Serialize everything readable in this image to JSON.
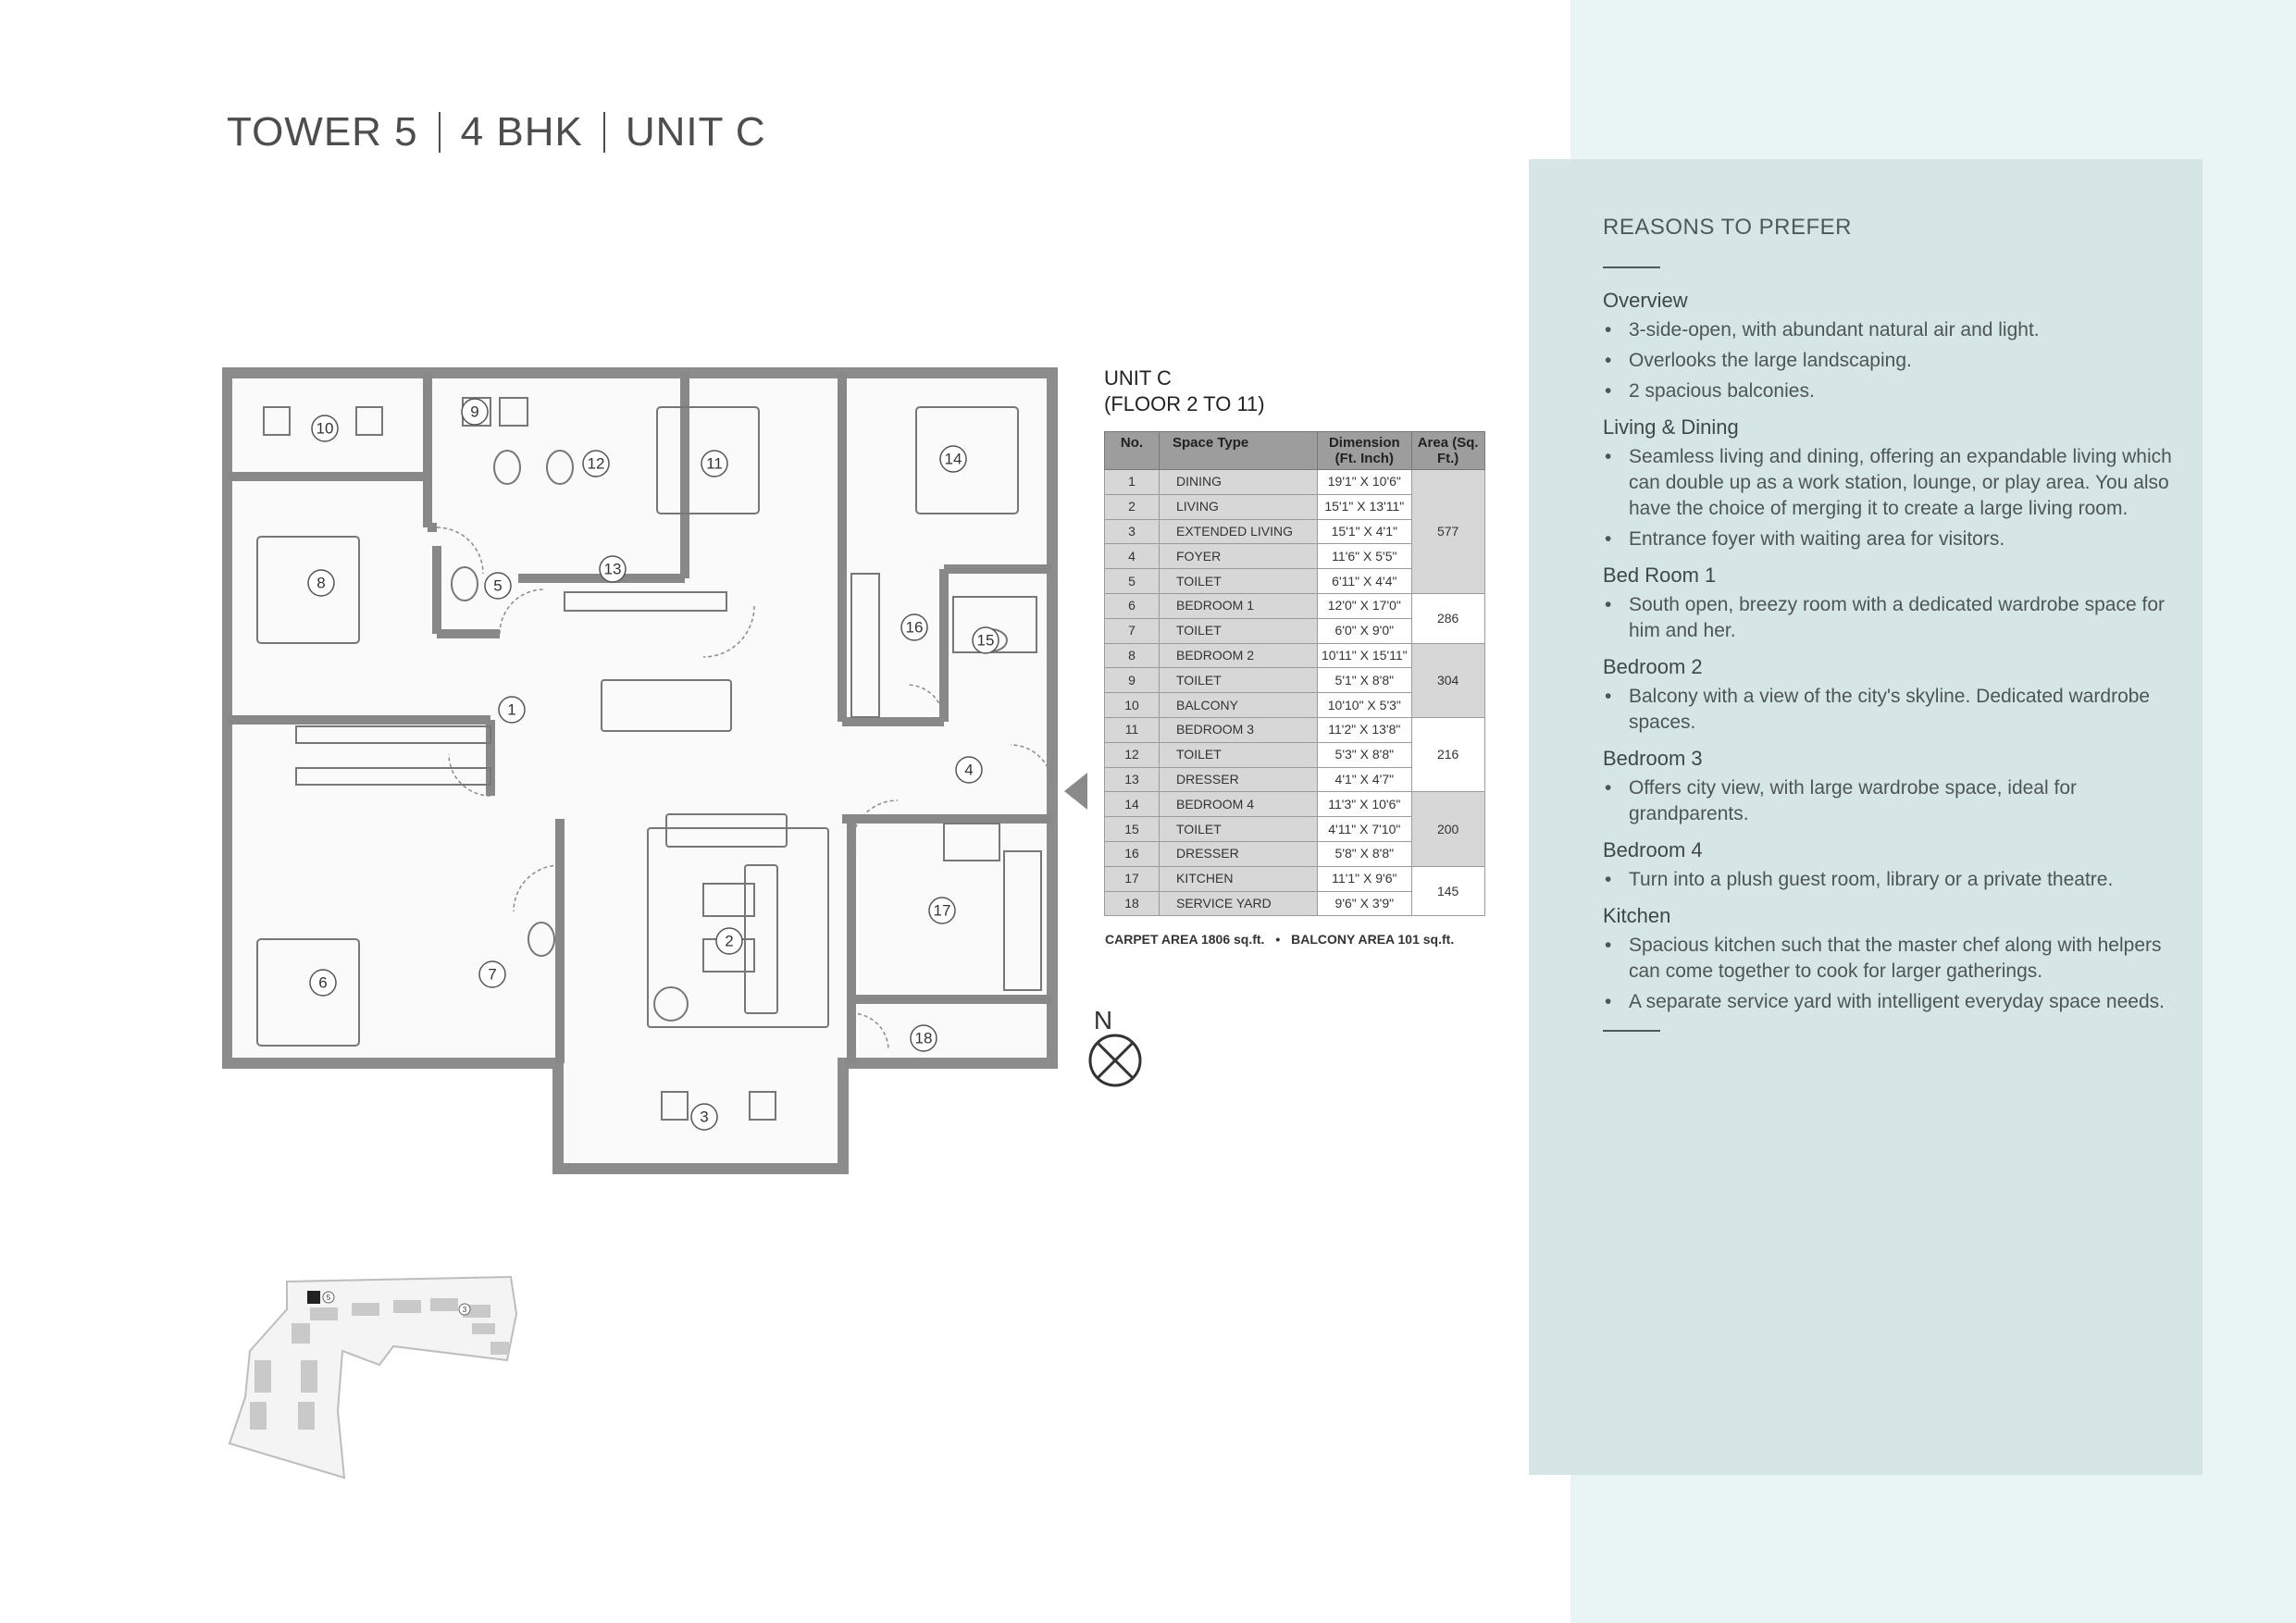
{
  "title": {
    "tower": "TOWER 5",
    "config": "4 BHK",
    "unit": "UNIT C"
  },
  "unit_info": {
    "name": "UNIT C",
    "floors": "(FLOOR 2 TO 11)"
  },
  "table": {
    "headers": {
      "no": "No.",
      "space_type": "Space Type",
      "dimension": "Dimension (Ft. Inch)",
      "area": "Area (Sq. Ft.)"
    },
    "rows": [
      {
        "no": "1",
        "space": "DINING",
        "dim": "19'1\" X 10'6\""
      },
      {
        "no": "2",
        "space": "LIVING",
        "dim": "15'1\" X 13'11\""
      },
      {
        "no": "3",
        "space": "EXTENDED LIVING",
        "dim": "15'1\" X 4'1\""
      },
      {
        "no": "4",
        "space": "FOYER",
        "dim": "11'6\" X 5'5\""
      },
      {
        "no": "5",
        "space": "TOILET",
        "dim": "6'11\" X 4'4\""
      },
      {
        "no": "6",
        "space": "BEDROOM 1",
        "dim": "12'0\" X 17'0\""
      },
      {
        "no": "7",
        "space": "TOILET",
        "dim": "6'0\" X 9'0\""
      },
      {
        "no": "8",
        "space": "BEDROOM 2",
        "dim": "10'11\" X 15'11\""
      },
      {
        "no": "9",
        "space": "TOILET",
        "dim": "5'1\" X 8'8\""
      },
      {
        "no": "10",
        "space": "BALCONY",
        "dim": "10'10\" X 5'3\""
      },
      {
        "no": "11",
        "space": "BEDROOM 3",
        "dim": "11'2\" X 13'8\""
      },
      {
        "no": "12",
        "space": "TOILET",
        "dim": "5'3\" X 8'8\""
      },
      {
        "no": "13",
        "space": "DRESSER",
        "dim": "4'1\" X 4'7\""
      },
      {
        "no": "14",
        "space": "BEDROOM 4",
        "dim": "11'3\" X 10'6\""
      },
      {
        "no": "15",
        "space": "TOILET",
        "dim": "4'11\" X 7'10\""
      },
      {
        "no": "16",
        "space": "DRESSER",
        "dim": "5'8\" X 8'8\""
      },
      {
        "no": "17",
        "space": "KITCHEN",
        "dim": "11'1\" X 9'6\""
      },
      {
        "no": "18",
        "space": "SERVICE YARD",
        "dim": "9'6\" X 3'9\""
      }
    ],
    "area_groups": [
      "577",
      "286",
      "304",
      "216",
      "200",
      "145"
    ],
    "carpet_area": "CARPET AREA 1806 sq.ft.",
    "bullet": "•",
    "balcony_area": "BALCONY AREA 101 sq.ft."
  },
  "plan_labels": {
    "r1": "1",
    "r2": "2",
    "r3": "3",
    "r4": "4",
    "r5": "5",
    "r6": "6",
    "r7": "7",
    "r8": "8",
    "r9": "9",
    "r10": "10",
    "r11": "11",
    "r12": "12",
    "r13": "13",
    "r14": "14",
    "r15": "15",
    "r16": "16",
    "r17": "17",
    "r18": "18"
  },
  "north_label": "N",
  "site_labels": {
    "t5": "5",
    "t3": "3"
  },
  "reasons": {
    "title": "REASONS TO PREFER",
    "sections": [
      {
        "title": "Overview",
        "items": [
          "3-side-open, with abundant natural air and light.",
          "Overlooks the large landscaping.",
          "2 spacious balconies."
        ]
      },
      {
        "title": "Living & Dining",
        "items": [
          "Seamless living and dining, offering an expandable living which can double up as a work station, lounge, or play area. You also have the choice of merging it to create a large living room.",
          "Entrance foyer with waiting area for visitors."
        ]
      },
      {
        "title": "Bed Room 1",
        "items": [
          "South open, breezy room with a dedicated wardrobe space for him and her."
        ]
      },
      {
        "title": "Bedroom 2",
        "items": [
          "Balcony with a view of the city's skyline. Dedicated wardrobe spaces."
        ]
      },
      {
        "title": "Bedroom 3",
        "items": [
          "Offers city view, with large wardrobe space, ideal for grandparents."
        ]
      },
      {
        "title": "Bedroom 4",
        "items": [
          "Turn into a plush guest room, library or a private theatre."
        ]
      },
      {
        "title": "Kitchen",
        "items": [
          "Spacious kitchen such that the master chef along with helpers can come together to cook for larger gatherings.",
          "A separate service yard with intelligent everyday space needs."
        ]
      }
    ]
  }
}
